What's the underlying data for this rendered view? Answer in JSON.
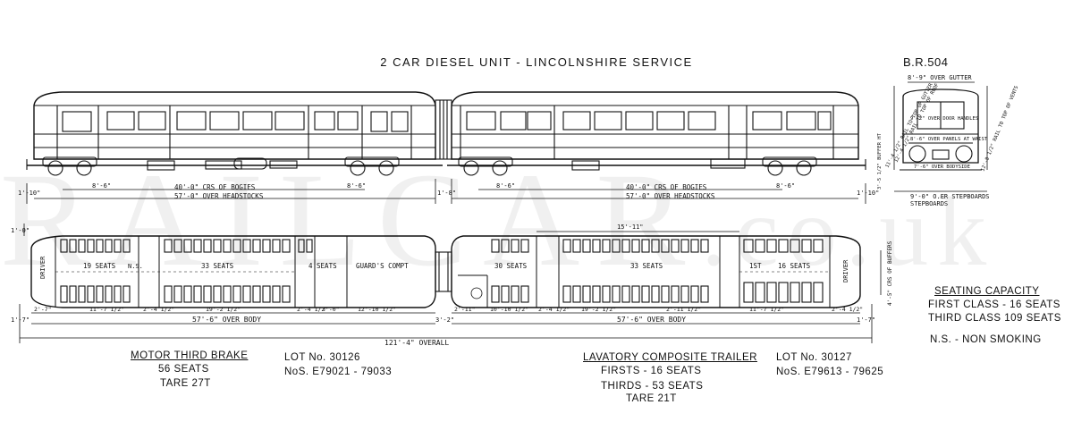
{
  "title": "2 CAR DIESEL UNIT - LINCOLNSHIRE SERVICE",
  "diagram_no": "B.R.504",
  "watermark": {
    "main": "RAILCAR",
    "suffix": ".co.uk"
  },
  "end_view": {
    "over_gutter": "8'-9\" OVER GUTTER",
    "rail_to_roof": "12'-4 1/2\" RAIL TO TOP OF ROOF",
    "rail_to_gutter": "11'-4 1/2\" RAIL TO TOP OF GUTTER",
    "rail_to_vents": "12'-8 1/2\" RAIL TO TOP OF VENTS",
    "over_door_handles": "9'-2\" OVER DOOR HANDLES",
    "over_panels": "8'-6\" OVER PANELS AT WAIST",
    "over_bodyside": "7'-6\" OVER BODYSIDE",
    "buffer_ht": "3'-5 1/2\" BUFFER HT",
    "over_stepboards": "9'-0\" O.ER STEPBOARDS",
    "stepboards_label": "STEPBOARDS"
  },
  "elevation": {
    "left_end": "1'-10\"",
    "car1_bogie_wheelbase": "8'-6\"",
    "car1_bogie_wheelbase_r": "8'-6\"",
    "car1_bogie_centres": "40'-0\" CRS OF BOGIES",
    "car1_headstocks": "57'-0\" OVER HEADSTOCKS",
    "gap": "1'-8\"",
    "car2_bogie_wheelbase": "8'-6\"",
    "car2_bogie_wheelbase_r": "8'-6\"",
    "car2_bogie_centres": "40'-0\" CRS OF BOGIES",
    "car2_headstocks": "57'-0\" OVER HEADSTOCKS",
    "right_end": "1'-10\""
  },
  "plan": {
    "car1_rooms": [
      "DRIVER",
      "19 SEATS",
      "N.S.",
      "33 SEATS",
      "4 SEATS",
      "GUARD'S COMPT"
    ],
    "car2_rooms": [
      "30 SEATS",
      "33 SEATS",
      "1ST",
      "16 SEATS",
      "DRIVER"
    ],
    "car2_top_dim": "15'-11\"",
    "left_width": "1'-0\"",
    "right_width": "4'-5\" CRS OF BUFFERS",
    "car1_dims": [
      "2'-7\"",
      "11'-7 1/2\"",
      "2'-4 1/2\"",
      "19'-2 1/2\"",
      "2'-4 1/2\"",
      "3'-0\"",
      "12'-10 1/2\""
    ],
    "car2_dims": [
      "2'-11\"",
      "10'-10 1/2\"",
      "2'-4 1/2\"",
      "19'-2 1/2\"",
      "2'-11 1/2\"",
      "11'-7 1/2\"",
      "2'-4 1/2\""
    ],
    "car1_body": "57'-6\" OVER BODY",
    "car2_body": "57'-6\" OVER BODY",
    "left_over": "1'-7\"",
    "mid_gap": "3'-2\"",
    "right_over": "1'-7\"",
    "overall": "121'-4\" OVERALL"
  },
  "notes": {
    "car1_name": "MOTOR THIRD BRAKE",
    "car1_seats": "56 SEATS",
    "car1_tare": "TARE 27T",
    "car1_lot": "LOT No. 30126",
    "car1_nos": "NoS. E79021 - 79033",
    "car2_name": "LAVATORY COMPOSITE TRAILER",
    "car2_firsts": "FIRSTS - 16 SEATS",
    "car2_thirds": "THIRDS - 53 SEATS",
    "car2_tare": "TARE 21T",
    "car2_lot": "LOT No. 30127",
    "car2_nos": "NoS. E79613 - 79625",
    "seating_heading": "SEATING CAPACITY",
    "seating_first": "FIRST CLASS - 16 SEATS",
    "seating_third": "THIRD CLASS 109 SEATS",
    "legend_ns": "N.S. - NON SMOKING"
  }
}
